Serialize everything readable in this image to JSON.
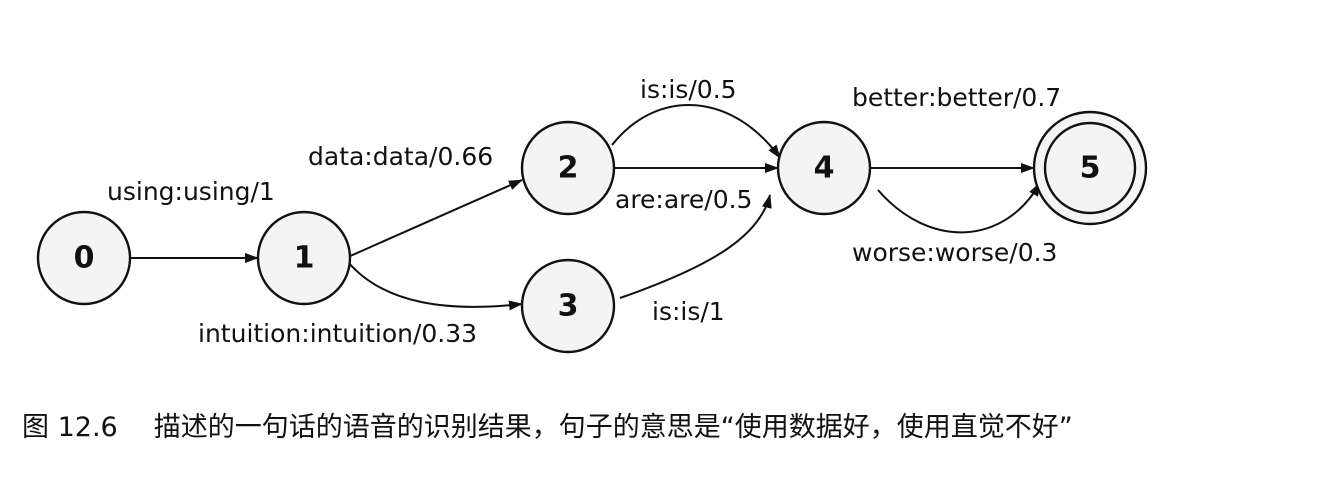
{
  "diagram": {
    "nodes": [
      {
        "id": "0",
        "label": "0",
        "final": false
      },
      {
        "id": "1",
        "label": "1",
        "final": false
      },
      {
        "id": "2",
        "label": "2",
        "final": false
      },
      {
        "id": "3",
        "label": "3",
        "final": false
      },
      {
        "id": "4",
        "label": "4",
        "final": false
      },
      {
        "id": "5",
        "label": "5",
        "final": true
      }
    ],
    "edges": [
      {
        "from": "0",
        "to": "1",
        "label": "using:using/1"
      },
      {
        "from": "1",
        "to": "2",
        "label": "data:data/0.66"
      },
      {
        "from": "1",
        "to": "3",
        "label": "intuition:intuition/0.33"
      },
      {
        "from": "2",
        "to": "4",
        "label": "is:is/0.5"
      },
      {
        "from": "2",
        "to": "4",
        "label": "are:are/0.5"
      },
      {
        "from": "3",
        "to": "4",
        "label": "is:is/1"
      },
      {
        "from": "4",
        "to": "5",
        "label": "better:better/0.7"
      },
      {
        "from": "4",
        "to": "5",
        "label": "worse:worse/0.3"
      }
    ]
  },
  "caption": {
    "figure_number": "图 12.6",
    "text": "描述的一句话的语音的识别结果，句子的意思是“使用数据好，使用直觉不好”"
  }
}
